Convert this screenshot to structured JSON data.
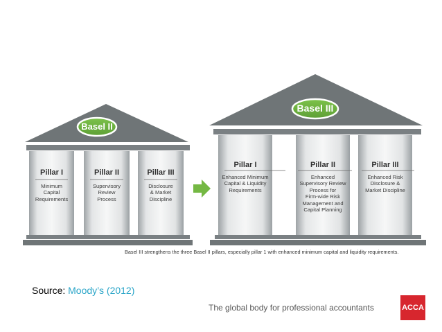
{
  "colors": {
    "roof": "#6f7577",
    "pillar_light": "#e8eaeb",
    "pillar_dark": "#aeb3b5",
    "badge": "#6db33f",
    "arrow": "#74b843",
    "link": "#2aa5c8",
    "logo": "#d7262e"
  },
  "left_temple": {
    "badge": "Basel II",
    "pillars": [
      {
        "title": "Pillar I",
        "desc": "Minimum\nCapital\nRequirements"
      },
      {
        "title": "Pillar II",
        "desc": "Supervisory\nReview\nProcess"
      },
      {
        "title": "Pillar III",
        "desc": "Disclosure\n& Market\nDiscipline"
      }
    ]
  },
  "right_temple": {
    "badge": "Basel III",
    "pillars": [
      {
        "title": "Pillar I",
        "desc": "Enhanced Minimum\nCapital & Liquidity\nRequirements"
      },
      {
        "title": "Pillar II",
        "desc": "Enhanced\nSupervisory Review\nProcess for\nFirm-wide Risk\nManagement and\nCapital Planning"
      },
      {
        "title": "Pillar III",
        "desc": "Enhanced Risk\nDisclosure &\nMarket Discipline"
      }
    ]
  },
  "caption": "Basel III strengthens the three Basel II pillars, especially pillar 1 with enhanced minimum capital and liquidity requirements.",
  "source": {
    "label": "Source:",
    "value": "Moody’s (2012)"
  },
  "footer": "The global body for professional accountants",
  "logo": "ACCA"
}
